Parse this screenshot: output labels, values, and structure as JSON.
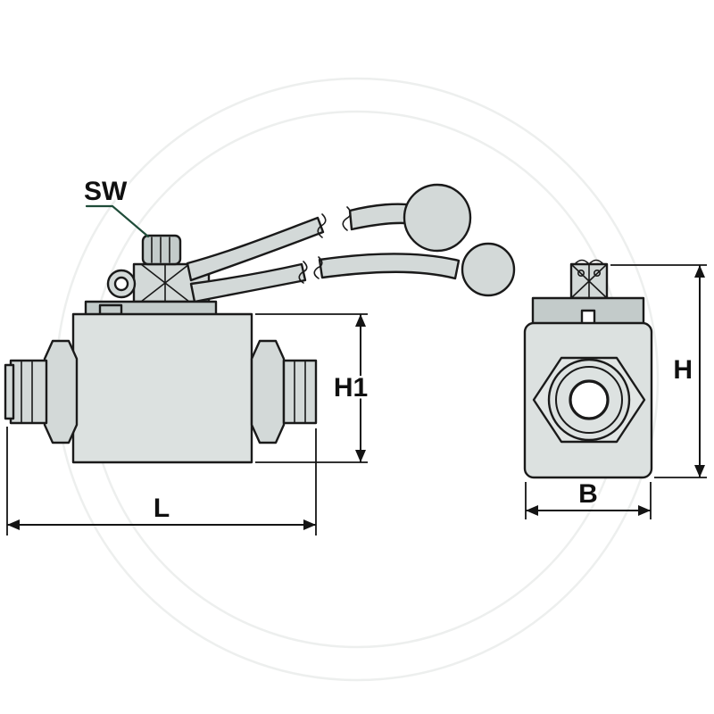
{
  "diagram": {
    "labels": {
      "sw": "SW",
      "h1": "H1",
      "length": "L",
      "height": "H",
      "width": "B"
    },
    "colors": {
      "line": "#1a1a1a",
      "body_fill": "#dce1e0",
      "plate_fill": "#c3cbca",
      "fitting_fill": "#d3d9d8",
      "leader_line": "#1f4c39",
      "watermark": "#edefee",
      "background": "#ffffff"
    }
  }
}
